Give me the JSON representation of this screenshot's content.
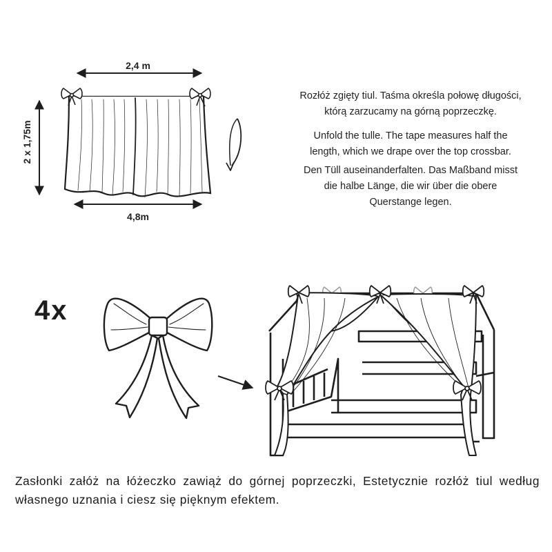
{
  "dimensions": {
    "top_width": "2,4 m",
    "height": "2 x 1,75m",
    "bottom_width": "4,8m"
  },
  "instructions": {
    "pl": [
      "Rozłóż zgięty tiul. Taśma określa połowę długości,",
      "którą zarzucamy na górną poprzeczkę."
    ],
    "en": [
      "Unfold the tulle. The tape measures half the",
      "length, which we drape over the top crossbar."
    ],
    "de": [
      "Den Tüll auseinanderfalten. Das Maßband misst",
      "die halbe Länge, die wir über die obere",
      "Querstange legen."
    ]
  },
  "bow_count": "4x",
  "footer": "Zasłonki załóż na łóżeczko zawiąż do górnej poprzeczki, Estetycznie rozłóż tiul według własnego uznania i ciesz się pięknym efektem.",
  "icons": {
    "bow": "bow-icon",
    "curtain": "tulle-curtain-drawing",
    "bed": "house-bed-drawing",
    "fold_arrow": "curved-arrow-icon",
    "pointer_arrow": "arrow-right-icon"
  }
}
